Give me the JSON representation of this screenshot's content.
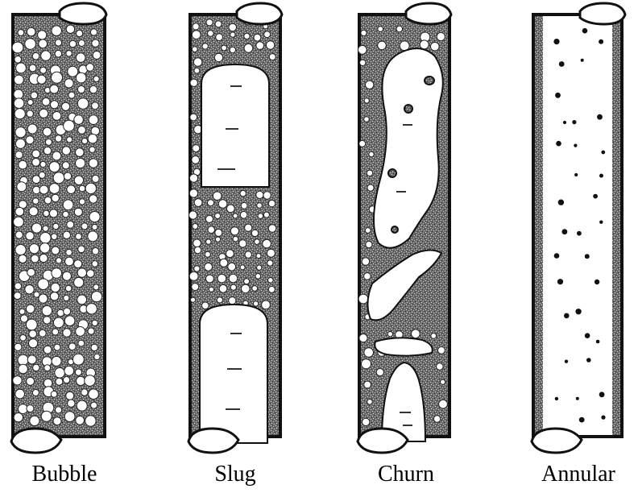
{
  "colors": {
    "liquid": "#5c5c5c",
    "outline": "#111111",
    "gas": "#ffffff",
    "text": "#000000"
  },
  "regimes": [
    {
      "label": "Bubble"
    },
    {
      "label": "Slug"
    },
    {
      "label": "Churn"
    },
    {
      "label": "Annular"
    }
  ]
}
